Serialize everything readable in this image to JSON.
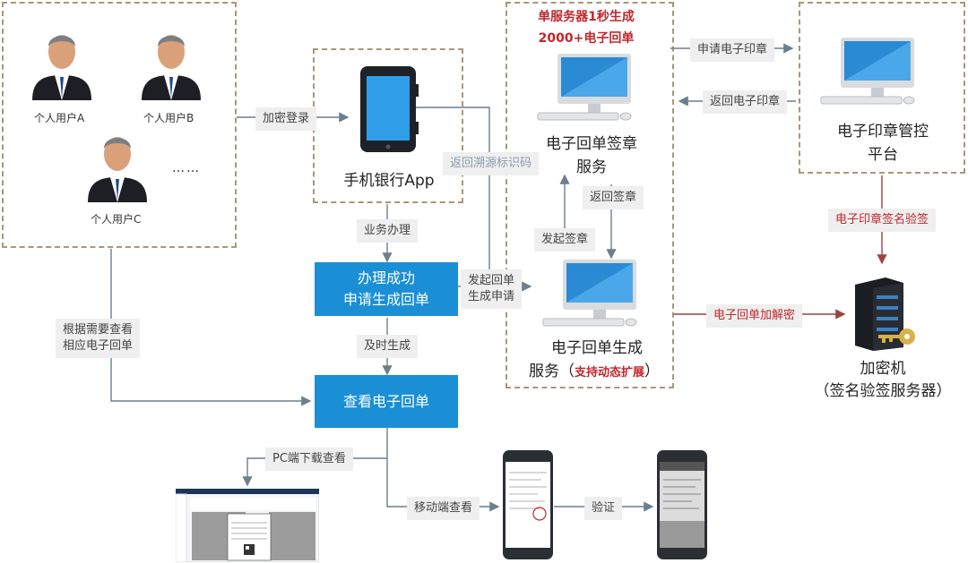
{
  "users": {
    "a": "个人用户A",
    "b": "个人用户B",
    "c": "个人用户C",
    "more": "……"
  },
  "app": {
    "name": "手机银行App"
  },
  "server_note": {
    "line1": "单服务器1秒生成",
    "line2": "2000+电子回单"
  },
  "sign_service": {
    "line1": "电子回单签章",
    "line2": "服务"
  },
  "gen_service": {
    "line1": "电子回单生成",
    "line2_prefix": "服务（",
    "line2_red": "支持动态扩展",
    "line2_suffix": "）"
  },
  "seal_platform": {
    "line1": "电子印章管控",
    "line2": "平台"
  },
  "crypto": {
    "line1": "加密机",
    "line2": "（签名验签服务器）"
  },
  "boxes": {
    "success_line1": "办理成功",
    "success_line2": "申请生成回单",
    "view": "查看电子回单"
  },
  "labels": {
    "encrypted_login": "加密登录",
    "return_trace": "返回溯源标识码",
    "business": "业务办理",
    "initiate_receipt_1": "发起回单",
    "initiate_receipt_2": "生成申请",
    "return_sign": "返回签章",
    "initiate_sign": "发起签章",
    "apply_seal": "申请电子印章",
    "return_seal": "返回电子印章",
    "seal_verify": "电子印章签名验签",
    "receipt_crypto": "电子回单加解密",
    "timely": "及时生成",
    "check_1": "根据需要查看",
    "check_2": "相应电子回单",
    "pc_download": "PC端下载查看",
    "mobile_view": "移动端查看",
    "verify": "验证"
  },
  "colors": {
    "accent_blue": "#1a8fd6",
    "dashed_border": "#a8977a",
    "arrow": "#6b7f8c",
    "red": "#c0282d",
    "label_bg": "#efefef"
  },
  "icons": [
    "person-icon",
    "phone-icon",
    "monitor-icon",
    "server-icon",
    "key-icon"
  ]
}
